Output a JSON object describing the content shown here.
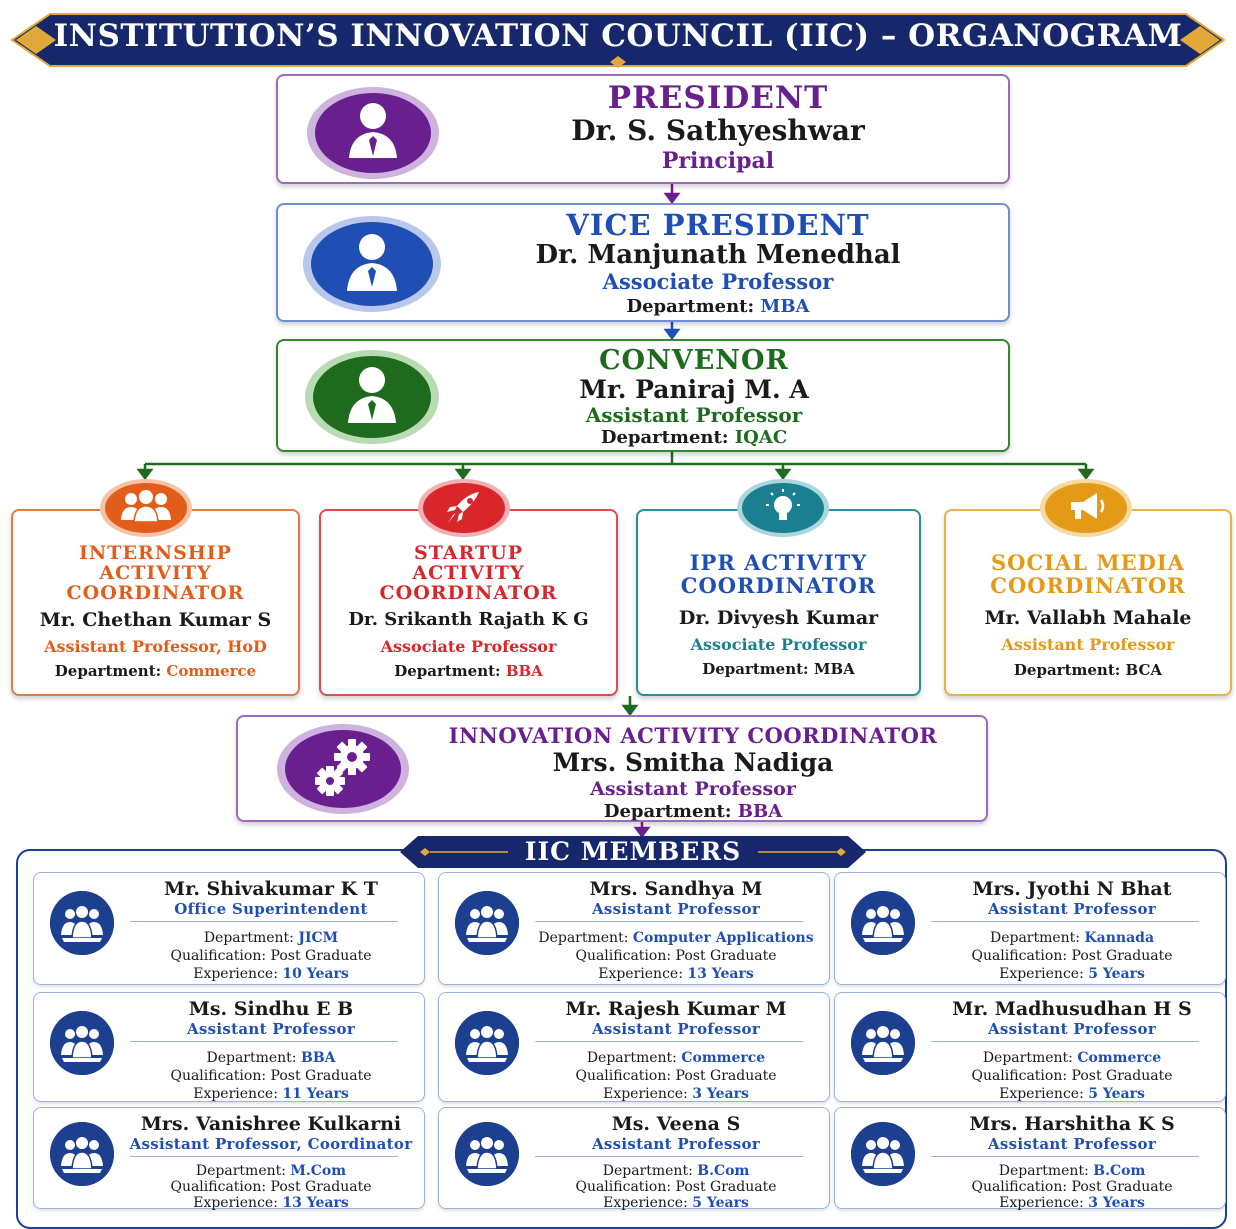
{
  "header": {
    "title": "INSTITUTION’S INNOVATION COUNCIL (IIC) – ORGANOGRAM"
  },
  "colors": {
    "navy": "#1d3f8f",
    "purple": "#6a1f8f",
    "blue": "#1f4fb4",
    "green": "#1e6b1e",
    "orange": "#e25d1a",
    "red": "#d9262a",
    "teal": "#1c7f8f",
    "amber": "#e39a17",
    "gold": "#e0a93a"
  },
  "president": {
    "role": "PRESIDENT",
    "name": "Dr. S. Sathyeshwar",
    "designation": "Principal",
    "icon": "person-tie-icon"
  },
  "vice_president": {
    "role": "VICE PRESIDENT",
    "name": "Dr. Manjunath Menedhal",
    "designation": "Associate Professor",
    "dept_label": "Department:",
    "dept": "MBA",
    "icon": "person-tie-icon"
  },
  "convenor": {
    "role": "CONVENOR",
    "name": "Mr. Paniraj M. A",
    "designation": "Assistant Professor",
    "dept_label": "Department:",
    "dept": "IQAC",
    "icon": "person-tie-icon"
  },
  "coordinators": [
    {
      "role_lines": [
        "INTERNSHIP",
        "ACTIVITY",
        "COORDINATOR"
      ],
      "name": "Mr. Chethan Kumar S",
      "designation": "Assistant Professor, HoD",
      "dept_label": "Department:",
      "dept": "Commerce",
      "icon": "group-icon"
    },
    {
      "role_lines": [
        "STARTUP",
        "ACTIVITY",
        "COORDINATOR"
      ],
      "name": "Dr. Srikanth Rajath K G",
      "designation": "Associate Professor",
      "dept_label": "Department:",
      "dept": "BBA",
      "icon": "rocket-icon"
    },
    {
      "role_lines": [
        "IPR ACTIVITY",
        "COORDINATOR"
      ],
      "name": "Dr. Divyesh Kumar",
      "designation": "Associate Professor",
      "dept_label": "Department:",
      "dept": "MBA",
      "icon": "lightbulb-icon"
    },
    {
      "role_lines": [
        "SOCIAL MEDIA",
        "COORDINATOR"
      ],
      "name": "Mr. Vallabh Mahale",
      "designation": "Assistant Professor",
      "dept_label": "Department:",
      "dept": "BCA",
      "icon": "megaphone-icon"
    }
  ],
  "innovation": {
    "role": "INNOVATION ACTIVITY COORDINATOR",
    "name": "Mrs. Smitha Nadiga",
    "designation": "Assistant Professor",
    "dept_label": "Department:",
    "dept": "BBA",
    "icon": "gears-icon"
  },
  "members_title": "IIC MEMBERS",
  "labels": {
    "department": "Department:",
    "qualification": "Qualification:",
    "experience": "Experience:"
  },
  "members": [
    {
      "name": "Mr. Shivakumar K T",
      "designation": "Office Superintendent",
      "dept": "JICM",
      "qualification": "Post Graduate",
      "experience": "10 Years"
    },
    {
      "name": "Mrs. Sandhya M",
      "designation": "Assistant Professor",
      "dept": "Computer Applications",
      "qualification": "Post Graduate",
      "experience": "13 Years"
    },
    {
      "name": "Mrs. Jyothi N Bhat",
      "designation": "Assistant Professor",
      "dept": "Kannada",
      "qualification": "Post Graduate",
      "experience": "5 Years"
    },
    {
      "name": "Ms. Sindhu E B",
      "designation": "Assistant Professor",
      "dept": "BBA",
      "qualification": "Post Graduate",
      "experience": "11 Years"
    },
    {
      "name": "Mr. Rajesh Kumar M",
      "designation": "Assistant Professor",
      "dept": "Commerce",
      "qualification": "Post Graduate",
      "experience": "3 Years"
    },
    {
      "name": "Mr. Madhusudhan H S",
      "designation": "Assistant Professor",
      "dept": "Commerce",
      "qualification": "Post Graduate",
      "experience": "5 Years"
    },
    {
      "name": "Mrs. Vanishree Kulkarni",
      "designation": "Assistant Professor, Coordinator",
      "dept": "M.Com",
      "qualification": "Post Graduate",
      "experience": "13 Years"
    },
    {
      "name": "Ms. Veena S",
      "designation": "Assistant Professor",
      "dept": "B.Com",
      "qualification": "Post Graduate",
      "experience": "5 Years"
    },
    {
      "name": "Mrs. Harshitha K S",
      "designation": "Assistant Professor",
      "dept": "B.Com",
      "qualification": "Post Graduate",
      "experience": "3 Years"
    }
  ]
}
